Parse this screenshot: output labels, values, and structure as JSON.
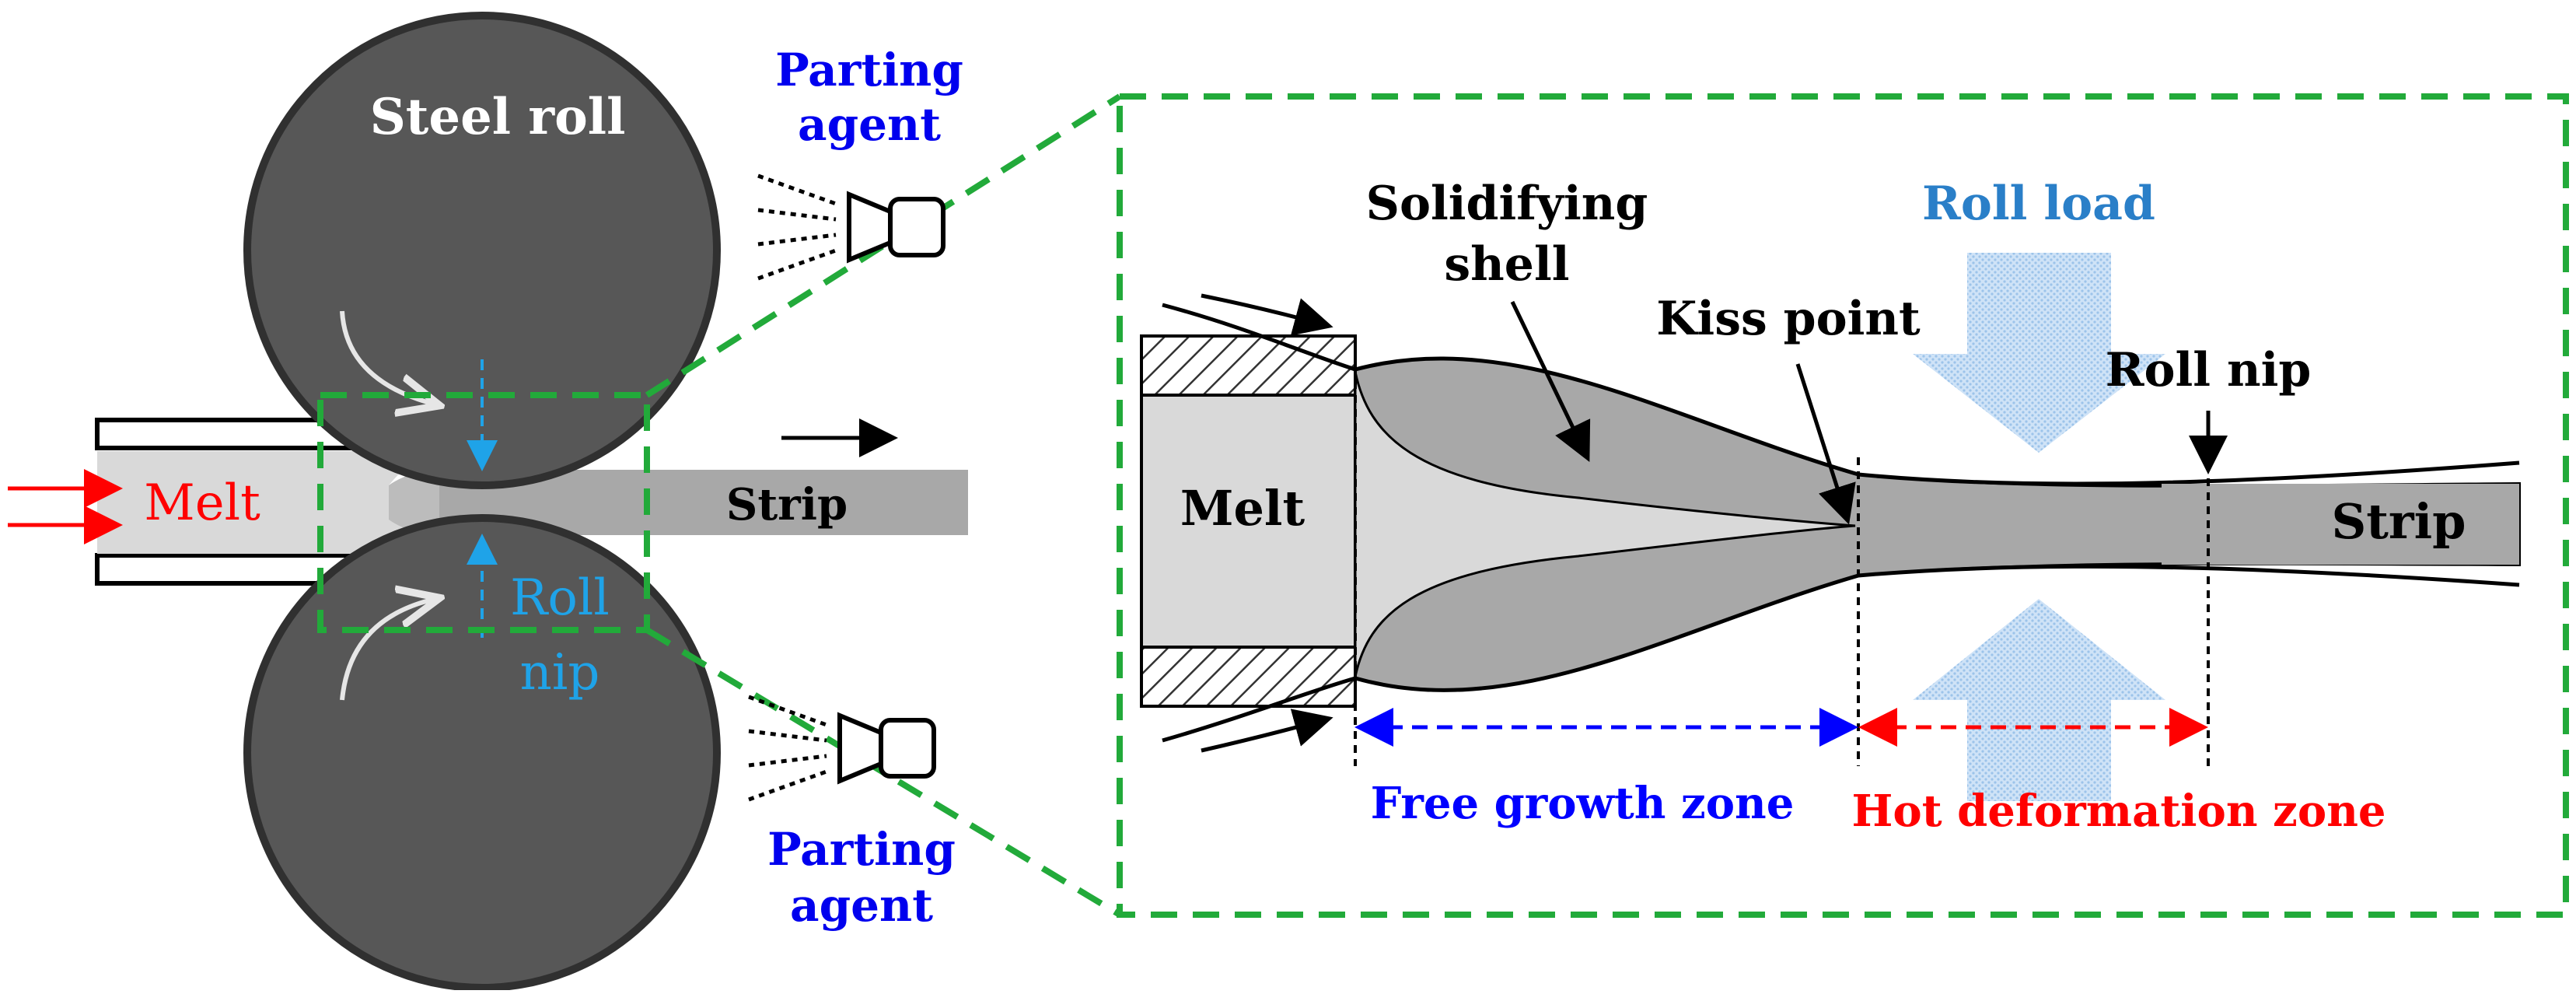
{
  "labels": {
    "steel_roll": "Steel roll",
    "parting_agent_top_line1": "Parting",
    "parting_agent_top_line2": "agent",
    "parting_agent_bottom_line1": "Parting",
    "parting_agent_bottom_line2": "agent",
    "melt_left": "Melt",
    "strip_left": "Strip",
    "roll_nip_left_line1": "Roll",
    "roll_nip_left_line2": "nip",
    "solidifying_shell_line1": "Solidifying",
    "solidifying_shell_line2": "shell",
    "roll_load": "Roll load",
    "kiss_point": "Kiss point",
    "roll_nip_right": "Roll nip",
    "melt_right": "Melt",
    "strip_right": "Strip",
    "free_growth_zone": "Free growth zone",
    "hot_deformation_zone": "Hot deformation zone"
  },
  "colors": {
    "roll": "#575757",
    "melt_arrow": "#ff0000",
    "parting_agent": "#0000ee",
    "roll_nip": "#1fa3e8",
    "roll_load": "#2a7fc8",
    "zoom_frame": "#22aa3a",
    "free_growth": "#0000ff",
    "hot_deformation": "#ff0000",
    "shell": "#a8a8a8",
    "melt_fill": "#d9d9d9"
  }
}
